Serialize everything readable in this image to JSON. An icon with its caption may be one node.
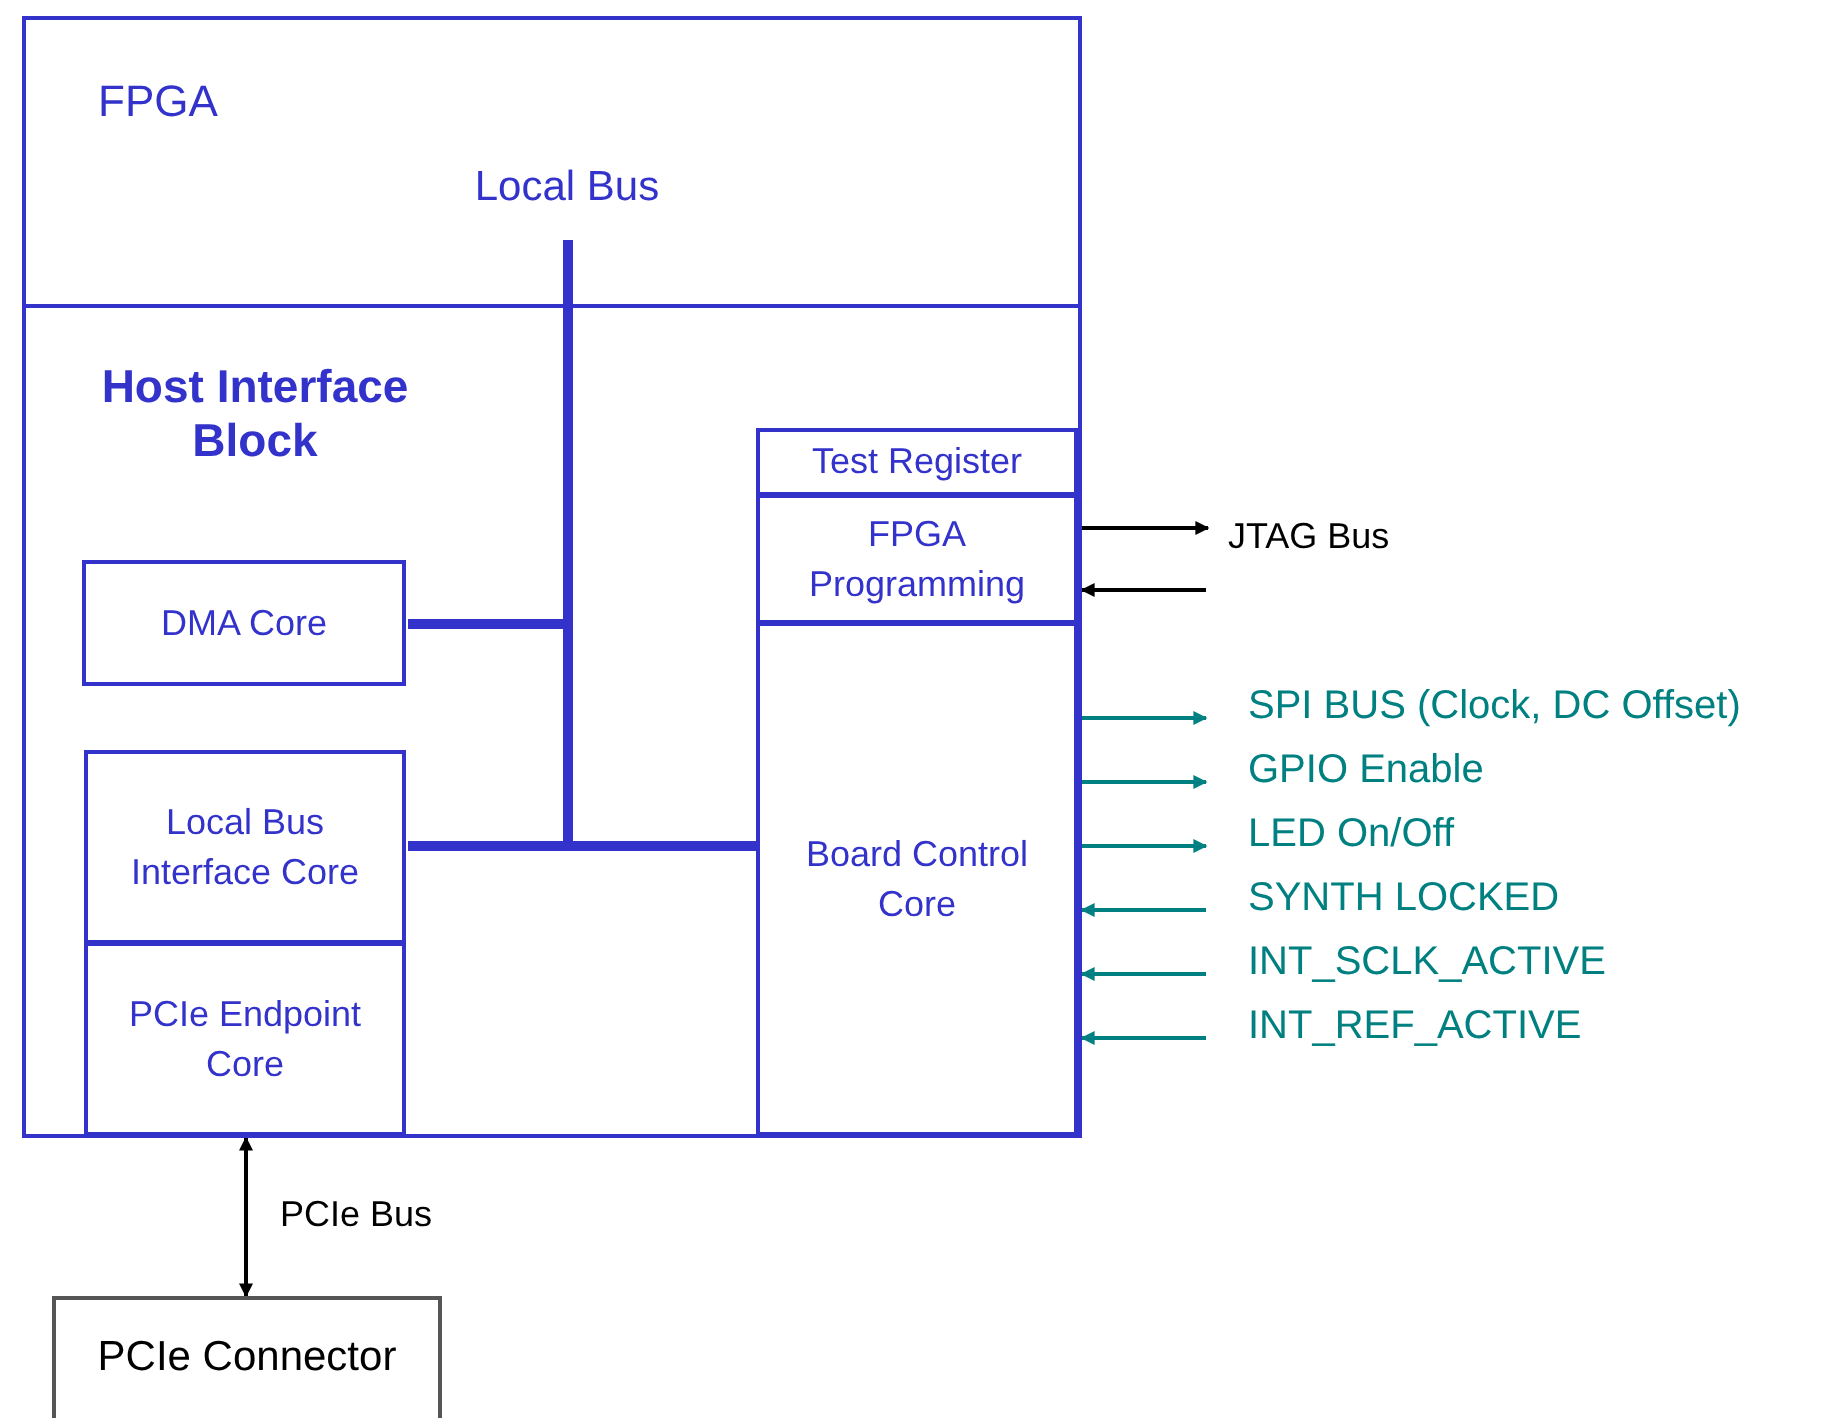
{
  "diagram": {
    "nodes": [
      {
        "text": [
          "FPGA"
        ]
      },
      {
        "text": [
          "Local Bus"
        ],
        "in": 0
      },
      {
        "text": [
          "Host Interface Block"
        ],
        "in": 0
      },
      {
        "text": [
          "DMA Core"
        ],
        "in": 2
      },
      {
        "text": [
          "Local Bus Interface Core"
        ],
        "in": 2
      },
      {
        "text": [
          "PCIe Endpoint Core"
        ],
        "in": 2
      },
      {
        "text": [
          "Test Register"
        ],
        "in": 2
      },
      {
        "text": [
          "FPGA Programming"
        ],
        "in": 2
      },
      {
        "text": [
          "Board Control Core"
        ],
        "in": 2
      },
      {
        "text": [
          "PCIe Connector"
        ]
      },
      {
        "text": [
          "JTAG Bus"
        ]
      },
      {
        "text": [
          "SPI BUS (Clock, DC Offset)"
        ]
      },
      {
        "text": [
          "GPIO Enable"
        ]
      },
      {
        "text": [
          "LED On/Off"
        ]
      },
      {
        "text": [
          "SYNTH LOCKED"
        ]
      },
      {
        "text": [
          "INT_SCLK_ACTIVE"
        ]
      },
      {
        "text": [
          "INT_REF_ACTIVE"
        ]
      }
    ],
    "edges": [
      {
        "from": 1,
        "to": 3,
        "arrow": "none",
        "style": "thick",
        "color": "#3333cc"
      },
      {
        "from": 1,
        "to": 4,
        "arrow": "none",
        "style": "thick",
        "color": "#3333cc"
      },
      {
        "from": 1,
        "to": 8,
        "arrow": "none",
        "style": "thick",
        "color": "#3333cc"
      },
      {
        "from": 7,
        "to": 10,
        "arrow": "to",
        "color": "#000000"
      },
      {
        "from": 10,
        "to": 7,
        "arrow": "to",
        "color": "#000000"
      },
      {
        "from": 8,
        "to": 11,
        "arrow": "to"
      },
      {
        "from": 8,
        "to": 12,
        "arrow": "to"
      },
      {
        "from": 8,
        "to": 13,
        "arrow": "to"
      },
      {
        "from": 14,
        "to": 8,
        "arrow": "to"
      },
      {
        "from": 15,
        "to": 8,
        "arrow": "to"
      },
      {
        "from": 16,
        "to": 8,
        "arrow": "to"
      },
      {
        "from": 5,
        "to": 9,
        "arrow": "both",
        "label": "PCIe Bus",
        "color": "#000000"
      }
    ]
  }
}
